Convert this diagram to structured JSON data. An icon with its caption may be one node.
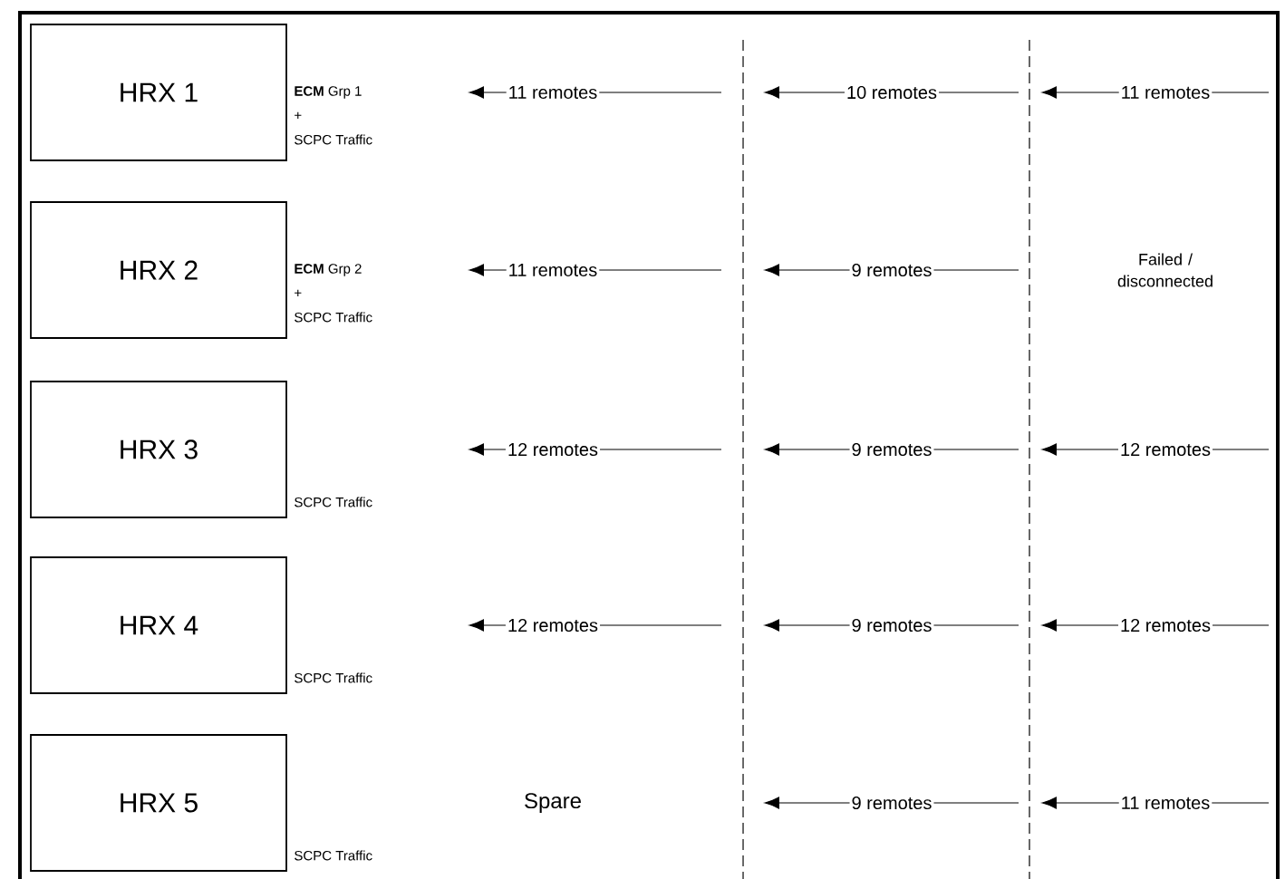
{
  "diagram": {
    "nodes": [
      {
        "text": [
          "HRX 1"
        ],
        "beside": [
          "**ECM** Grp 1",
          "+",
          "SCPC Traffic"
        ]
      },
      {
        "text": [
          "HRX 2"
        ],
        "beside": [
          "**ECM** Grp 2",
          "+",
          "SCPC Traffic"
        ]
      },
      {
        "text": [
          "HRX 3"
        ],
        "beside": [
          "SCPC Traffic"
        ]
      },
      {
        "text": [
          "HRX 4"
        ],
        "beside": [
          "SCPC Traffic"
        ]
      },
      {
        "text": [
          "HRX 5"
        ],
        "beside": [
          "SCPC Traffic"
        ]
      }
    ],
    "labels": [
      "11 remotes",
      "10 remotes",
      "11 remotes",
      "11 remotes",
      "9 remotes",
      "Failed / disconnected",
      "12 remotes",
      "9 remotes",
      "12 remotes",
      "12 remotes",
      "9 remotes",
      "12 remotes",
      "Spare",
      "9 remotes",
      "11 remotes"
    ]
  }
}
